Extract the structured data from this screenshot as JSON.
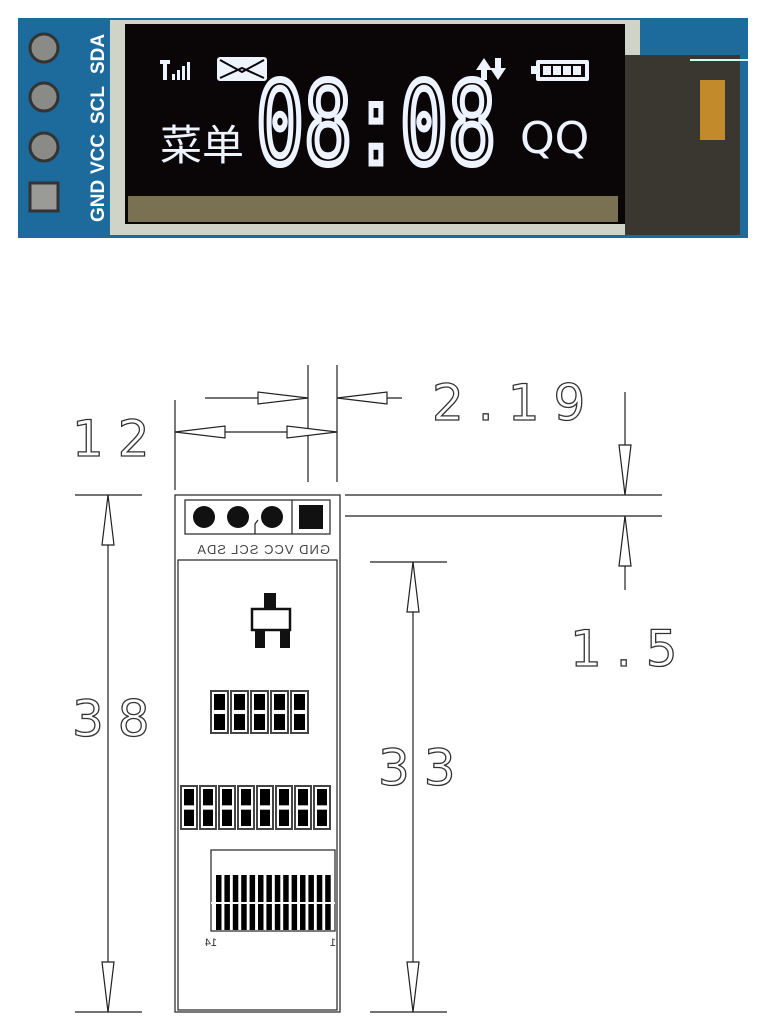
{
  "photo": {
    "pin_labels": [
      "GND",
      "VCC",
      "SCL",
      "SDA"
    ],
    "screen": {
      "menu_text": "菜单",
      "time": "08:08",
      "app_text": "QQ",
      "icons": [
        "signal-icon",
        "mail-icon",
        "data-transfer-icon",
        "battery-icon"
      ]
    },
    "colors": {
      "board": "#1d6b9c",
      "screen": "#0a0608",
      "pixel": "#eef4ff"
    }
  },
  "drawing": {
    "pin_label_mirrored": "GND VCC SCL SDA",
    "connector_pin_left": "14",
    "connector_pin_right": "1",
    "dimensions": {
      "pin_offset": "2.19",
      "header_width": "12",
      "header_gap": "1.5",
      "total_height": "38",
      "panel_height": "33"
    }
  }
}
